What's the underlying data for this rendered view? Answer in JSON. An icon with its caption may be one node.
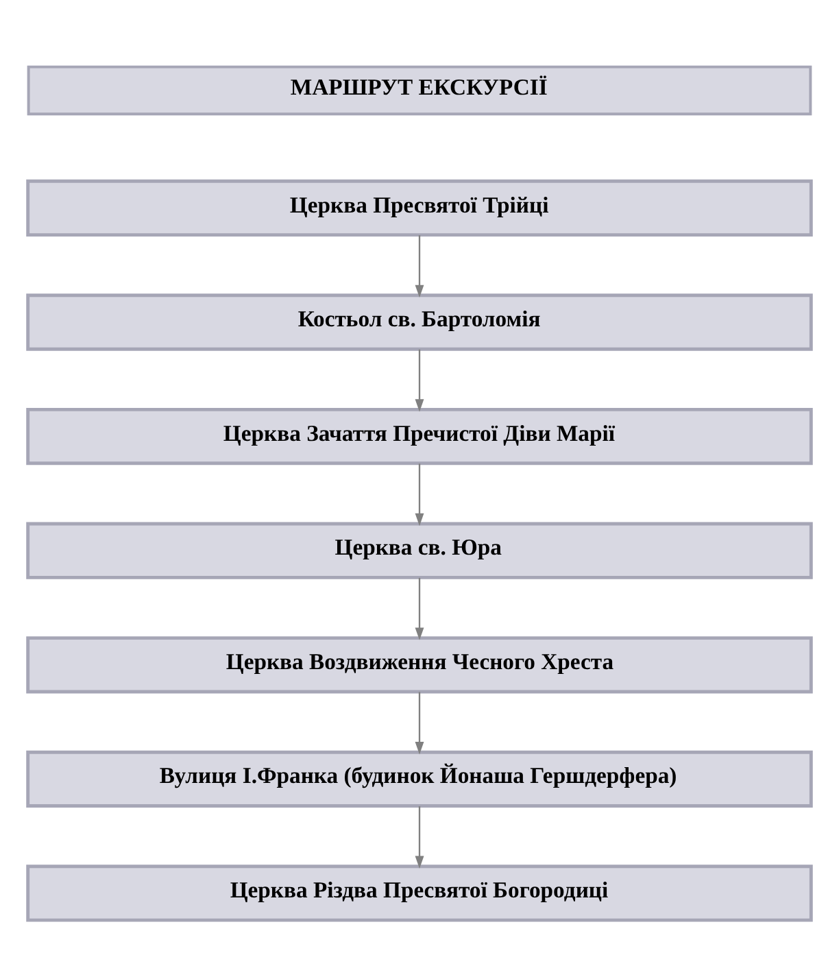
{
  "diagram": {
    "title": "МАРШРУТ ЕКСКУРСІЇ",
    "nodes": [
      {
        "text": [
          "Церква Пресвятої Трійці"
        ]
      },
      {
        "text": [
          "Костьол св. Бартоломія"
        ]
      },
      {
        "text": [
          "Церква Зачаття Пречистої Діви Марії"
        ]
      },
      {
        "text": [
          "Церква св. Юра"
        ]
      },
      {
        "text": [
          "Церква Воздвиження Чесного Хреста"
        ]
      },
      {
        "text": [
          "Вулиця І.Франка (будинок Йонаша Гершдерфера)"
        ]
      },
      {
        "text": [
          "Церква Різдва Пресвятої Богородиці"
        ]
      }
    ],
    "edges": [
      {
        "from": 0,
        "to": 1,
        "arrow": "to"
      },
      {
        "from": 1,
        "to": 2,
        "arrow": "to"
      },
      {
        "from": 2,
        "to": 3,
        "arrow": "to"
      },
      {
        "from": 3,
        "to": 4,
        "arrow": "to"
      },
      {
        "from": 4,
        "to": 5,
        "arrow": "to"
      },
      {
        "from": 5,
        "to": 6,
        "arrow": "to"
      }
    ]
  }
}
